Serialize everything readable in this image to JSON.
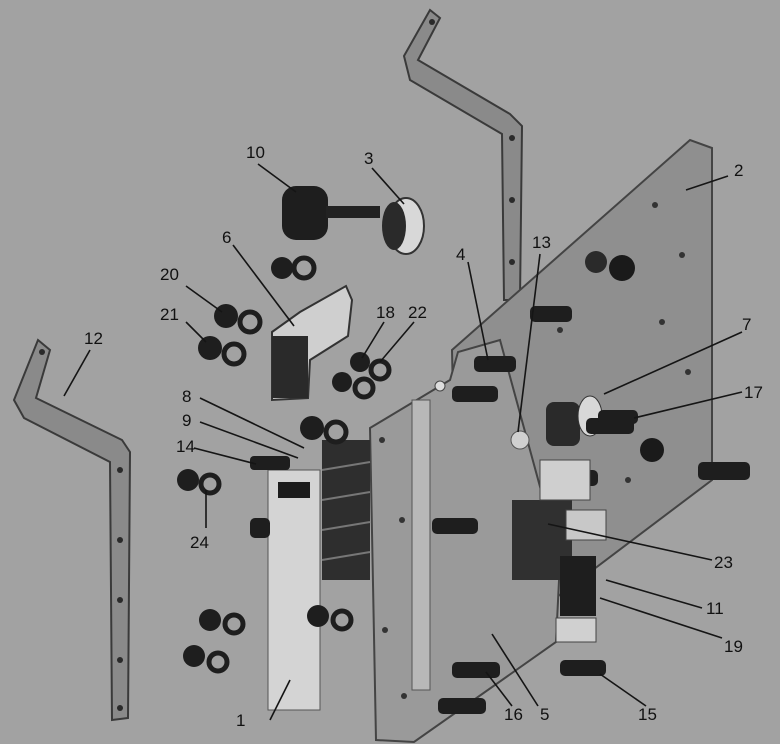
{
  "diagram": {
    "callouts": [
      "1",
      "2",
      "3",
      "4",
      "5",
      "6",
      "7",
      "8",
      "9",
      "10",
      "11",
      "12",
      "13",
      "14",
      "15",
      "16",
      "17",
      "18",
      "19",
      "20",
      "21",
      "22",
      "23",
      "24"
    ]
  },
  "colors": {
    "background": "#a2a2a2",
    "plate": "#8e8e8e",
    "plate_edge": "#4a4a4a",
    "dark_part": "#1e1e1e",
    "light_part": "#cfcfcf",
    "leader": "#151515"
  }
}
